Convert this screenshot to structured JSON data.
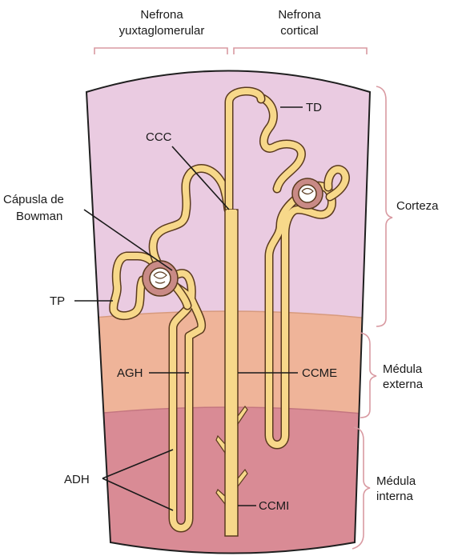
{
  "header": {
    "juxta_line1": "Nefrona",
    "juxta_line2": "yuxtaglomerular",
    "cortical_line1": "Nefrona",
    "cortical_line2": "cortical"
  },
  "zones": {
    "cortex": "Corteza",
    "outer_medulla_line1": "Médula",
    "outer_medulla_line2": "externa",
    "inner_medulla_line1": "Médula",
    "inner_medulla_line2": "interna"
  },
  "labels": {
    "td": "TD",
    "ccc": "CCC",
    "bowman_line1": "Cápusla de",
    "bowman_line2": "Bowman",
    "tp": "TP",
    "agh": "AGH",
    "ccme": "CCME",
    "adh": "ADH",
    "ccmi": "CCMI"
  },
  "colors": {
    "cortex": "#eacbe1",
    "outer_medulla": "#efb499",
    "inner_medulla": "#d98b95",
    "tubule_fill": "#f7d88a",
    "tubule_outline": "#5a3a1e",
    "glomerulus": "#c98a86",
    "bracket": "#d99aa2"
  }
}
